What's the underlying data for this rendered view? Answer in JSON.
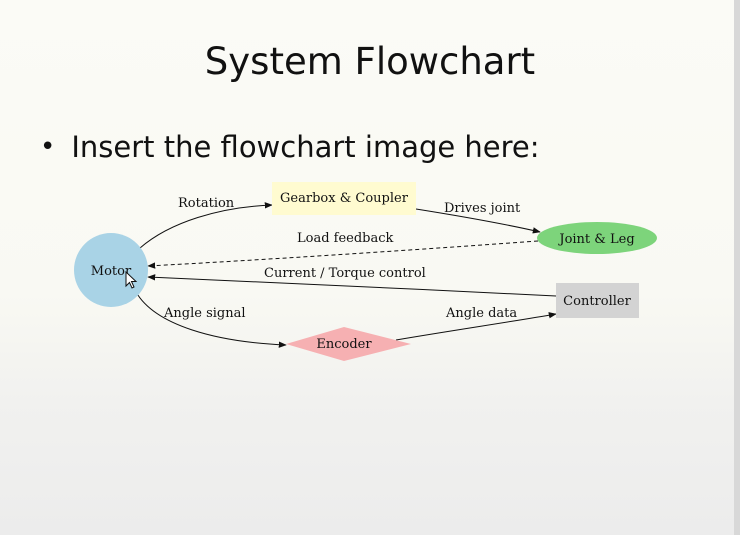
{
  "slide": {
    "title": "System Flowchart",
    "bullet": "Insert the flowchart image here:"
  },
  "flowchart": {
    "nodes": {
      "motor": "Motor",
      "gearbox": "Gearbox & Coupler",
      "joint": "Joint & Leg",
      "controller": "Controller",
      "encoder": "Encoder"
    },
    "edges": {
      "rotation": "Rotation",
      "drives_joint": "Drives joint",
      "load_feedback": "Load feedback",
      "current_torque": "Current / Torque control",
      "angle_signal": "Angle signal",
      "angle_data": "Angle data"
    }
  },
  "colors": {
    "motor": "#a9d3e6",
    "gearbox": "#fffbd0",
    "joint": "#7dd47b",
    "controller": "#d3d3d3",
    "encoder": "#f6b0b2"
  },
  "cursor": "mouse-pointer-icon"
}
